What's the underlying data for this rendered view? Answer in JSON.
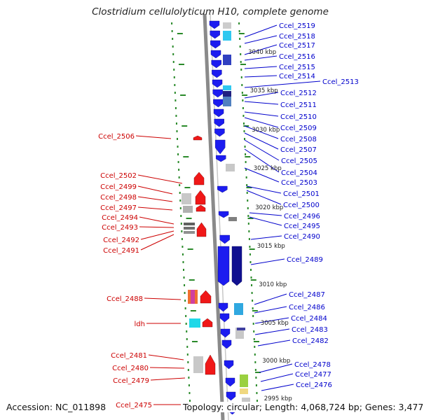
{
  "title": "Clostridium cellulolyticum H10, complete genome",
  "footer": {
    "accession": "Accession: NC_011898",
    "summary": "Topology: circular; Length: 4,068,724 bp; Genes: 3,477"
  },
  "colors": {
    "plus_strand": "#1c1cf0",
    "minus_strand": "#f01818",
    "backbone": "#8a8a8a",
    "ticks": "#2a8a2a",
    "label_right": "#0000cc",
    "label_left": "#cc0000"
  },
  "scale_labels": [
    "3040 kbp",
    "3035 kbp",
    "3030 kbp",
    "3025 kbp",
    "3020 kbp",
    "3015 kbp",
    "3010 kbp",
    "3005 kbp",
    "3000 kbp",
    "2995 kbp"
  ],
  "right_genes": [
    "Ccel_2519",
    "Ccel_2518",
    "Ccel_2517",
    "Ccel_2516",
    "Ccel_2515",
    "Ccel_2514",
    "Ccel_2513",
    "Ccel_2512",
    "Ccel_2511",
    "Ccel_2510",
    "Ccel_2509",
    "Ccel_2508",
    "Ccel_2507",
    "Ccel_2505",
    "Ccel_2504",
    "Ccel_2503",
    "Ccel_2501",
    "Ccel_2500",
    "Ccel_2496",
    "Ccel_2495",
    "Ccel_2490",
    "Ccel_2489",
    "Ccel_2487",
    "Ccel_2486",
    "Ccel_2484",
    "Ccel_2483",
    "Ccel_2482",
    "Ccel_2478",
    "Ccel_2477",
    "Ccel_2476"
  ],
  "left_genes": [
    "Ccel_2506",
    "Ccel_2502",
    "Ccel_2499",
    "Ccel_2498",
    "Ccel_2497",
    "Ccel_2494",
    "Ccel_2493",
    "Ccel_2492",
    "Ccel_2491",
    "Ccel_2488",
    "ldh",
    "Ccel_2481",
    "Ccel_2480",
    "Ccel_2479",
    "Ccel_2475"
  ]
}
